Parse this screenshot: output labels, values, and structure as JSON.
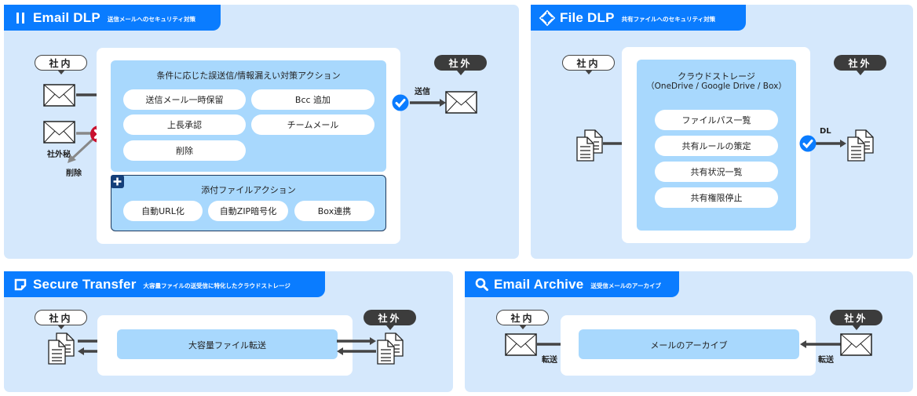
{
  "colors": {
    "panel_bg": "#d5e8fc",
    "header_bg": "#0a7cff",
    "action_box": "#a8d8fd",
    "check": "#0a7cff",
    "block": "#c8102e",
    "dark_tag": "#3c3c3c"
  },
  "tags": {
    "internal": "社内",
    "external": "社外"
  },
  "email_dlp": {
    "icon": "pause-bars-icon",
    "title": "Email DLP",
    "subtitle": "送信メールへのセキュリティ対策",
    "conditions_title": "条件に応じた誤送信/情報漏えい対策アクション",
    "actions": [
      "送信メール一時保留",
      "Bcc 追加",
      "上長承認",
      "チームメール",
      "削除"
    ],
    "attachment_title": "添付ファイルアクション",
    "attachment_actions": [
      "自動URL化",
      "自動ZIP暗号化",
      "Box連携"
    ],
    "confidential_label": "社外秘",
    "delete_label": "削除",
    "send_label": "送信"
  },
  "file_dlp": {
    "icon": "diamond-arrows-icon",
    "title": "File DLP",
    "subtitle": "共有ファイルへのセキュリティ対策",
    "storage_title": "クラウドストレージ",
    "storage_services": "（OneDrive / Google Drive / Box）",
    "actions": [
      "ファイルパス一覧",
      "共有ルールの策定",
      "共有状況一覧",
      "共有権限停止"
    ],
    "download_label": "DL"
  },
  "secure_transfer": {
    "icon": "secure-box-icon",
    "title": "Secure Transfer",
    "subtitle": "大容量ファイルの送受信に特化したクラウドストレージ",
    "action": "大容量ファイル転送"
  },
  "email_archive": {
    "icon": "search-icon",
    "title": "Email Archive",
    "subtitle": "送受信メールのアーカイブ",
    "action": "メールのアーカイブ",
    "forward_label_left": "転送",
    "forward_label_right": "転送"
  }
}
